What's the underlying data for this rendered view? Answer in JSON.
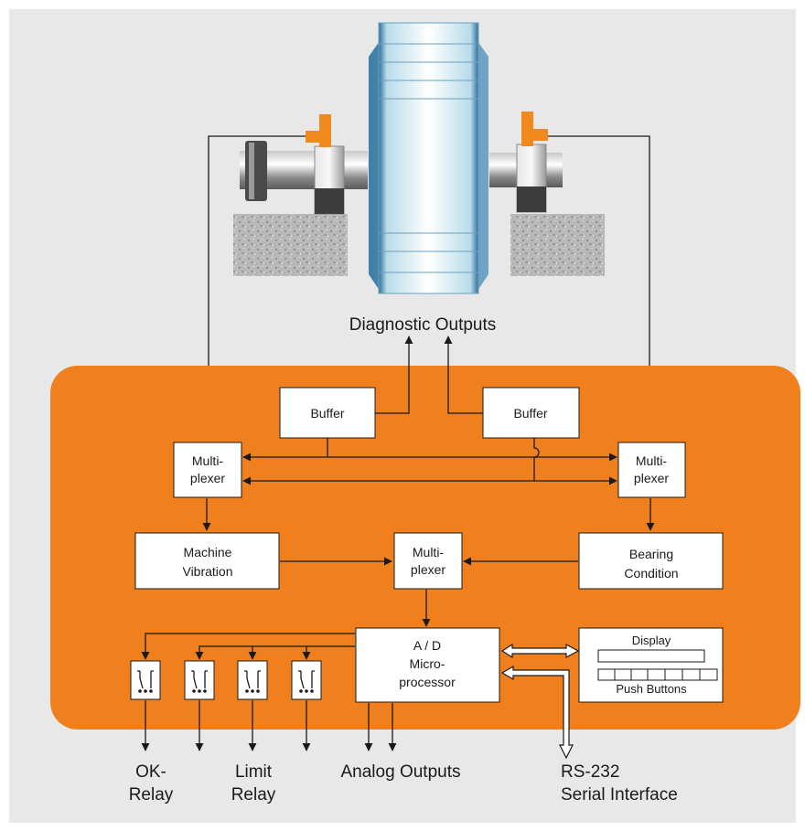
{
  "colors": {
    "background": "#e8e8e8",
    "panel": "#f0801e",
    "block": "#ffffff",
    "line": "#1a1a1a",
    "sensor": "#f08a1e",
    "rotor": "#b9dbe8"
  },
  "labels": {
    "diagnostic_outputs": "Diagnostic Outputs",
    "buffer_left": "Buffer",
    "buffer_right": "Buffer",
    "mux_left": [
      "Multi-",
      "plexer"
    ],
    "mux_right": [
      "Multi-",
      "plexer"
    ],
    "mux_center": [
      "Multi-",
      "plexer"
    ],
    "machine_vibration": [
      "Machine",
      "Vibration"
    ],
    "bearing_condition": [
      "Bearing",
      "Condition"
    ],
    "cpu": [
      "A / D",
      "Micro-",
      "processor"
    ],
    "display": "Display",
    "push_buttons": "Push Buttons",
    "ok_relay": [
      "OK-",
      "Relay"
    ],
    "limit_relay": [
      "Limit",
      "Relay"
    ],
    "analog_outputs": "Analog Outputs",
    "rs232": [
      "RS-232",
      "Serial Interface"
    ]
  },
  "icons": {
    "relay": "relay-contact-icon",
    "machine": "rotating-machine-icon"
  }
}
